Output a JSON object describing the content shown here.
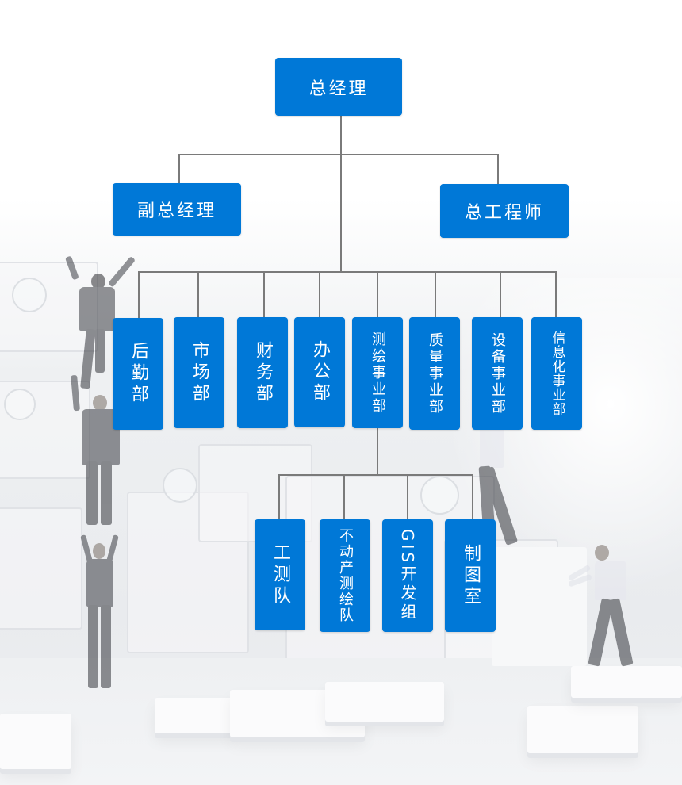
{
  "org_chart": {
    "top": {
      "label": "总经理"
    },
    "deputies": [
      {
        "label": "副总经理"
      },
      {
        "label": "总工程师"
      }
    ],
    "departments": [
      {
        "label": "后勤部"
      },
      {
        "label": "市场部"
      },
      {
        "label": "财务部"
      },
      {
        "label": "办公部"
      },
      {
        "label": "测绘事业部"
      },
      {
        "label": "质量事业部"
      },
      {
        "label": "设备事业部"
      },
      {
        "label": "信息化事业部"
      }
    ],
    "sub_units_parent": "测绘事业部",
    "sub_units": [
      {
        "label": "工测队"
      },
      {
        "label": "不动产测绘队"
      },
      {
        "label": "GIS开发组"
      },
      {
        "label": "制图室"
      }
    ]
  },
  "colors": {
    "node_fill": "#0078d7",
    "node_text": "#ffffff",
    "connector": "#7a7a7a",
    "background": "#ffffff"
  }
}
